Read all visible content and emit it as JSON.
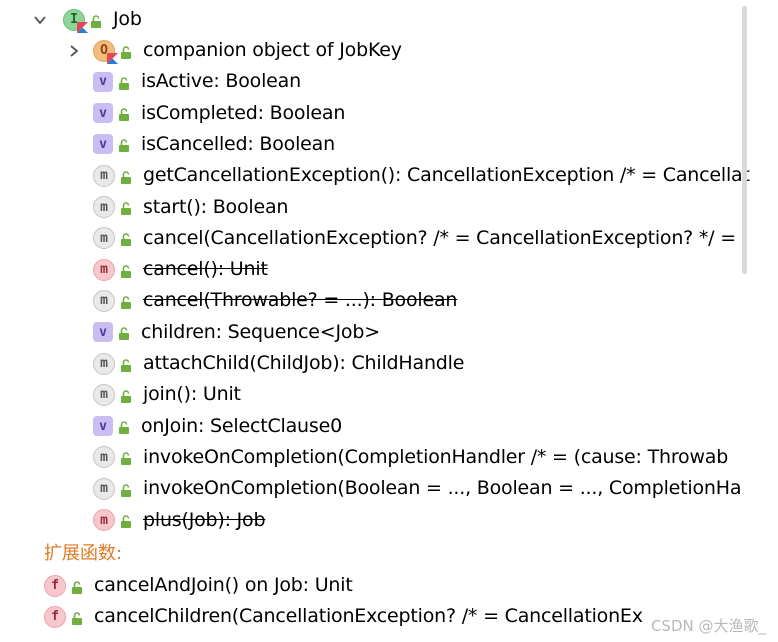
{
  "root": {
    "label": "Job",
    "icon": "interface-kotlin-icon",
    "expanded": true
  },
  "members": [
    {
      "kind": "object",
      "label": "companion object of JobKey",
      "collapsed": true,
      "strike": false
    },
    {
      "kind": "v",
      "label": "isActive: Boolean",
      "strike": false
    },
    {
      "kind": "v",
      "label": "isCompleted: Boolean",
      "strike": false
    },
    {
      "kind": "v",
      "label": "isCancelled: Boolean",
      "strike": false
    },
    {
      "kind": "m-gray",
      "label": "getCancellationException(): CancellationException /* = Cancellat",
      "strike": false
    },
    {
      "kind": "m-gray",
      "label": "start(): Boolean",
      "strike": false
    },
    {
      "kind": "m-gray",
      "label": "cancel(CancellationException? /* = CancellationException? */ =",
      "strike": false
    },
    {
      "kind": "m",
      "label": "cancel(): Unit",
      "strike": true
    },
    {
      "kind": "m-gray",
      "label": "cancel(Throwable? = ...): Boolean",
      "strike": true
    },
    {
      "kind": "v",
      "label": "children: Sequence<Job>",
      "strike": false
    },
    {
      "kind": "m-gray",
      "label": "attachChild(ChildJob): ChildHandle",
      "strike": false
    },
    {
      "kind": "m-gray",
      "label": "join(): Unit",
      "strike": false
    },
    {
      "kind": "v",
      "label": "onJoin: SelectClause0",
      "strike": false
    },
    {
      "kind": "m-gray",
      "label": "invokeOnCompletion(CompletionHandler /* = (cause: Throwab",
      "strike": false
    },
    {
      "kind": "m-gray",
      "label": "invokeOnCompletion(Boolean = ..., Boolean = ..., CompletionHa",
      "strike": false
    },
    {
      "kind": "m",
      "label": "plus(Job): Job",
      "strike": true
    }
  ],
  "extensions": {
    "header": "扩展函数:",
    "items": [
      {
        "kind": "f",
        "label": "cancelAndJoin() on Job: Unit"
      },
      {
        "kind": "f",
        "label": "cancelChildren(CancellationException? /* = CancellationEx"
      }
    ]
  },
  "watermark": "CSDN @大渔歌_",
  "colors": {
    "section": "#e07b24",
    "lock": "#6fae3f",
    "vBadge": "#c9bdf2",
    "mBadge": "#f6c7cc"
  }
}
